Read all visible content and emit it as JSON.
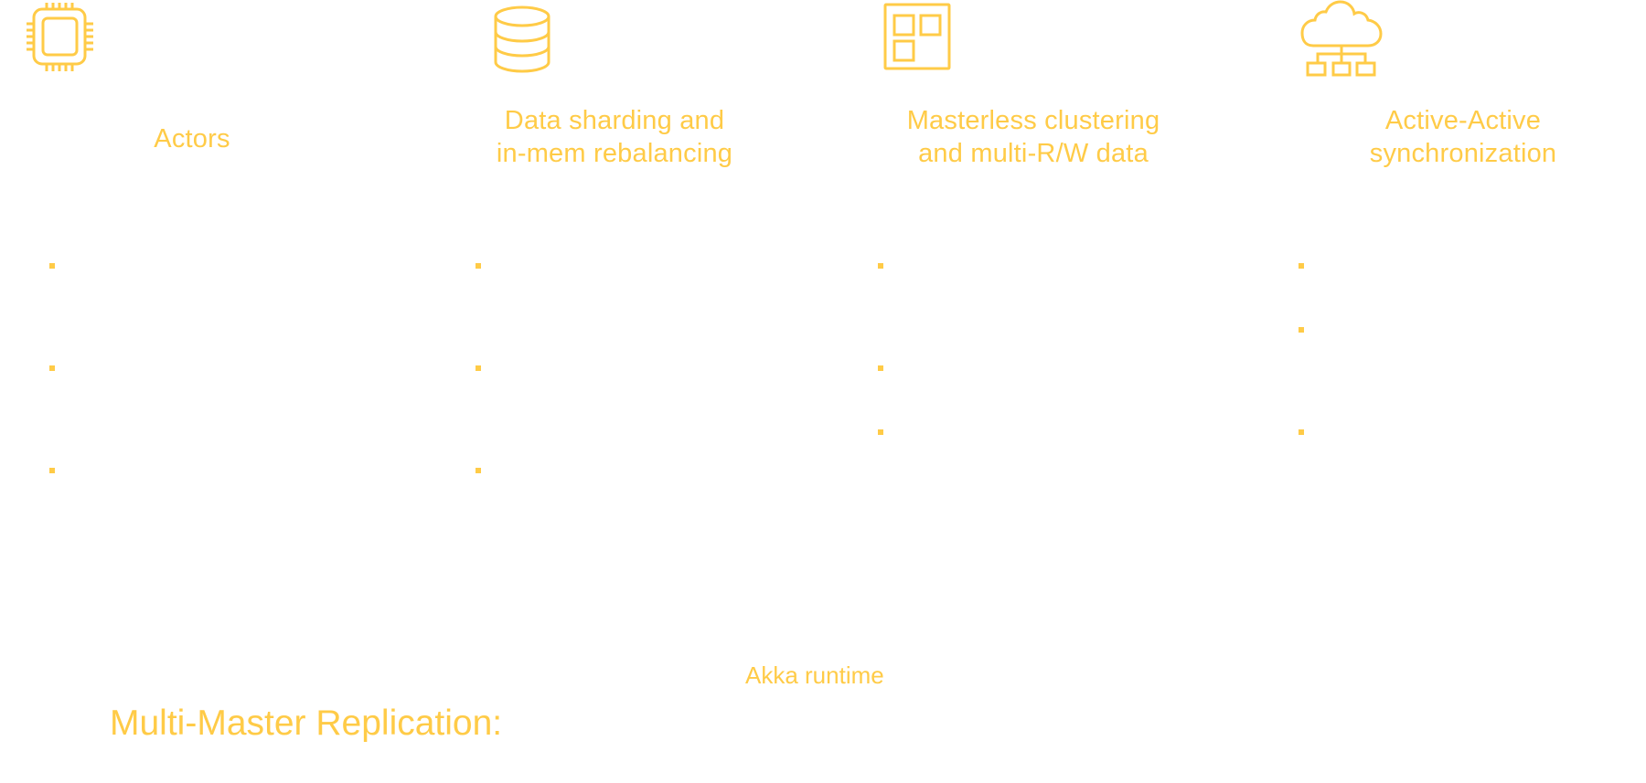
{
  "accent_color": "#FFCB47",
  "background_color": "#FFFFFF",
  "columns": [
    {
      "icon": "cpu-chip-icon",
      "heading": "Actors",
      "bullets": [
        "",
        "",
        ""
      ]
    },
    {
      "icon": "database-icon",
      "heading": "Data sharding and\nin-mem rebalancing",
      "bullets": [
        "",
        "",
        ""
      ]
    },
    {
      "icon": "grid-blocks-icon",
      "heading": "Masterless clustering\nand multi-R/W data",
      "bullets": [
        "",
        "",
        ""
      ]
    },
    {
      "icon": "cloud-network-icon",
      "heading": "Active-Active\nsynchronization",
      "bullets": [
        "",
        "",
        ""
      ]
    }
  ],
  "runtime_label": "Akka runtime",
  "section_title": "Multi-Master Replication:"
}
